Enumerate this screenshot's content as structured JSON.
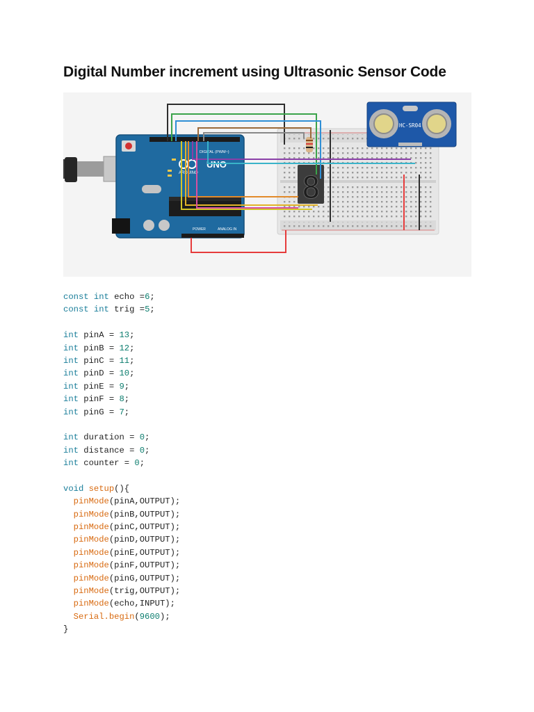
{
  "document": {
    "title": "Digital Number increment using Ultrasonic Sensor Code"
  },
  "figure": {
    "board_label": "ARDUINO",
    "board_model": "UNO",
    "digital_header": "DIGITAL (PWM~)",
    "power_header": "POWER",
    "analog_header": "ANALOG IN",
    "sensor_label": "HC-SR04",
    "display_digit": "8",
    "wire_colors": [
      "#2d2d2d",
      "#3aa34a",
      "#2f8fd6",
      "#9b6a3a",
      "#888888",
      "#e63b3b",
      "#d4c628",
      "#8a3fa8",
      "#39b3c9"
    ]
  },
  "code": [
    [
      {
        "t": "kw",
        "v": "const"
      },
      {
        "t": "plain",
        "v": " "
      },
      {
        "t": "kw",
        "v": "int"
      },
      {
        "t": "plain",
        "v": " echo ="
      },
      {
        "t": "num",
        "v": "6"
      },
      {
        "t": "plain",
        "v": ";"
      }
    ],
    [
      {
        "t": "kw",
        "v": "const"
      },
      {
        "t": "plain",
        "v": " "
      },
      {
        "t": "kw",
        "v": "int"
      },
      {
        "t": "plain",
        "v": " trig ="
      },
      {
        "t": "num",
        "v": "5"
      },
      {
        "t": "plain",
        "v": ";"
      }
    ],
    [],
    [
      {
        "t": "kw",
        "v": "int"
      },
      {
        "t": "plain",
        "v": " pinA = "
      },
      {
        "t": "num",
        "v": "13"
      },
      {
        "t": "plain",
        "v": ";"
      }
    ],
    [
      {
        "t": "kw",
        "v": "int"
      },
      {
        "t": "plain",
        "v": " pinB = "
      },
      {
        "t": "num",
        "v": "12"
      },
      {
        "t": "plain",
        "v": ";"
      }
    ],
    [
      {
        "t": "kw",
        "v": "int"
      },
      {
        "t": "plain",
        "v": " pinC = "
      },
      {
        "t": "num",
        "v": "11"
      },
      {
        "t": "plain",
        "v": ";"
      }
    ],
    [
      {
        "t": "kw",
        "v": "int"
      },
      {
        "t": "plain",
        "v": " pinD = "
      },
      {
        "t": "num",
        "v": "10"
      },
      {
        "t": "plain",
        "v": ";"
      }
    ],
    [
      {
        "t": "kw",
        "v": "int"
      },
      {
        "t": "plain",
        "v": " pinE = "
      },
      {
        "t": "num",
        "v": "9"
      },
      {
        "t": "plain",
        "v": ";"
      }
    ],
    [
      {
        "t": "kw",
        "v": "int"
      },
      {
        "t": "plain",
        "v": " pinF = "
      },
      {
        "t": "num",
        "v": "8"
      },
      {
        "t": "plain",
        "v": ";"
      }
    ],
    [
      {
        "t": "kw",
        "v": "int"
      },
      {
        "t": "plain",
        "v": " pinG = "
      },
      {
        "t": "num",
        "v": "7"
      },
      {
        "t": "plain",
        "v": ";"
      }
    ],
    [],
    [
      {
        "t": "kw",
        "v": "int"
      },
      {
        "t": "plain",
        "v": " duration = "
      },
      {
        "t": "num",
        "v": "0"
      },
      {
        "t": "plain",
        "v": ";"
      }
    ],
    [
      {
        "t": "kw",
        "v": "int"
      },
      {
        "t": "plain",
        "v": " distance = "
      },
      {
        "t": "num",
        "v": "0"
      },
      {
        "t": "plain",
        "v": ";"
      }
    ],
    [
      {
        "t": "kw",
        "v": "int"
      },
      {
        "t": "plain",
        "v": " counter = "
      },
      {
        "t": "num",
        "v": "0"
      },
      {
        "t": "plain",
        "v": ";"
      }
    ],
    [],
    [
      {
        "t": "kw",
        "v": "void"
      },
      {
        "t": "plain",
        "v": " "
      },
      {
        "t": "fn",
        "v": "setup"
      },
      {
        "t": "plain",
        "v": "(){"
      }
    ],
    [
      {
        "t": "plain",
        "v": "  "
      },
      {
        "t": "fn",
        "v": "pinMode"
      },
      {
        "t": "plain",
        "v": "(pinA,OUTPUT);"
      }
    ],
    [
      {
        "t": "plain",
        "v": "  "
      },
      {
        "t": "fn",
        "v": "pinMode"
      },
      {
        "t": "plain",
        "v": "(pinB,OUTPUT);"
      }
    ],
    [
      {
        "t": "plain",
        "v": "  "
      },
      {
        "t": "fn",
        "v": "pinMode"
      },
      {
        "t": "plain",
        "v": "(pinC,OUTPUT);"
      }
    ],
    [
      {
        "t": "plain",
        "v": "  "
      },
      {
        "t": "fn",
        "v": "pinMode"
      },
      {
        "t": "plain",
        "v": "(pinD,OUTPUT);"
      }
    ],
    [
      {
        "t": "plain",
        "v": "  "
      },
      {
        "t": "fn",
        "v": "pinMode"
      },
      {
        "t": "plain",
        "v": "(pinE,OUTPUT);"
      }
    ],
    [
      {
        "t": "plain",
        "v": "  "
      },
      {
        "t": "fn",
        "v": "pinMode"
      },
      {
        "t": "plain",
        "v": "(pinF,OUTPUT);"
      }
    ],
    [
      {
        "t": "plain",
        "v": "  "
      },
      {
        "t": "fn",
        "v": "pinMode"
      },
      {
        "t": "plain",
        "v": "(pinG,OUTPUT);"
      }
    ],
    [
      {
        "t": "plain",
        "v": "  "
      },
      {
        "t": "fn",
        "v": "pinMode"
      },
      {
        "t": "plain",
        "v": "(trig,OUTPUT);"
      }
    ],
    [
      {
        "t": "plain",
        "v": "  "
      },
      {
        "t": "fn",
        "v": "pinMode"
      },
      {
        "t": "plain",
        "v": "(echo,INPUT);"
      }
    ],
    [
      {
        "t": "plain",
        "v": "  "
      },
      {
        "t": "fn",
        "v": "Serial.begin"
      },
      {
        "t": "plain",
        "v": "("
      },
      {
        "t": "num",
        "v": "9600"
      },
      {
        "t": "plain",
        "v": ");"
      }
    ],
    [
      {
        "t": "plain",
        "v": "}"
      }
    ]
  ]
}
